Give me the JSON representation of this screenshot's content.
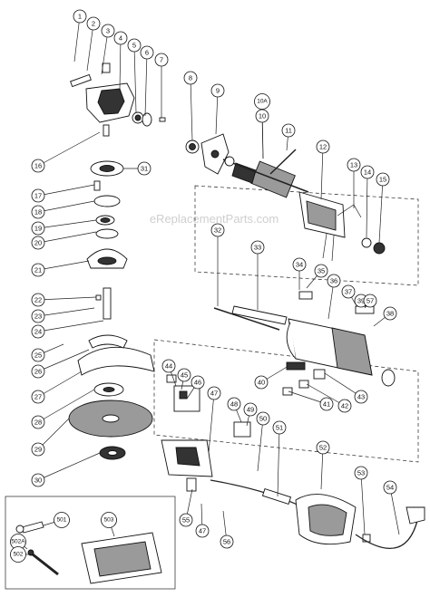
{
  "watermark": "eReplacementParts.com",
  "callouts": [
    "1",
    "2",
    "3",
    "4",
    "5",
    "6",
    "7",
    "8",
    "9",
    "10A",
    "10",
    "11",
    "12",
    "13",
    "14",
    "15",
    "16",
    "17",
    "18",
    "19",
    "20",
    "21",
    "22",
    "23",
    "24",
    "25",
    "26",
    "27",
    "28",
    "29",
    "30",
    "31",
    "32",
    "33",
    "34",
    "35",
    "36",
    "37",
    "38",
    "39",
    "40",
    "41",
    "42",
    "43",
    "44",
    "45",
    "46",
    "47",
    "48",
    "49",
    "50",
    "51",
    "52",
    "53",
    "54",
    "55",
    "47",
    "56",
    "501",
    "502A",
    "502",
    "503",
    "57"
  ]
}
